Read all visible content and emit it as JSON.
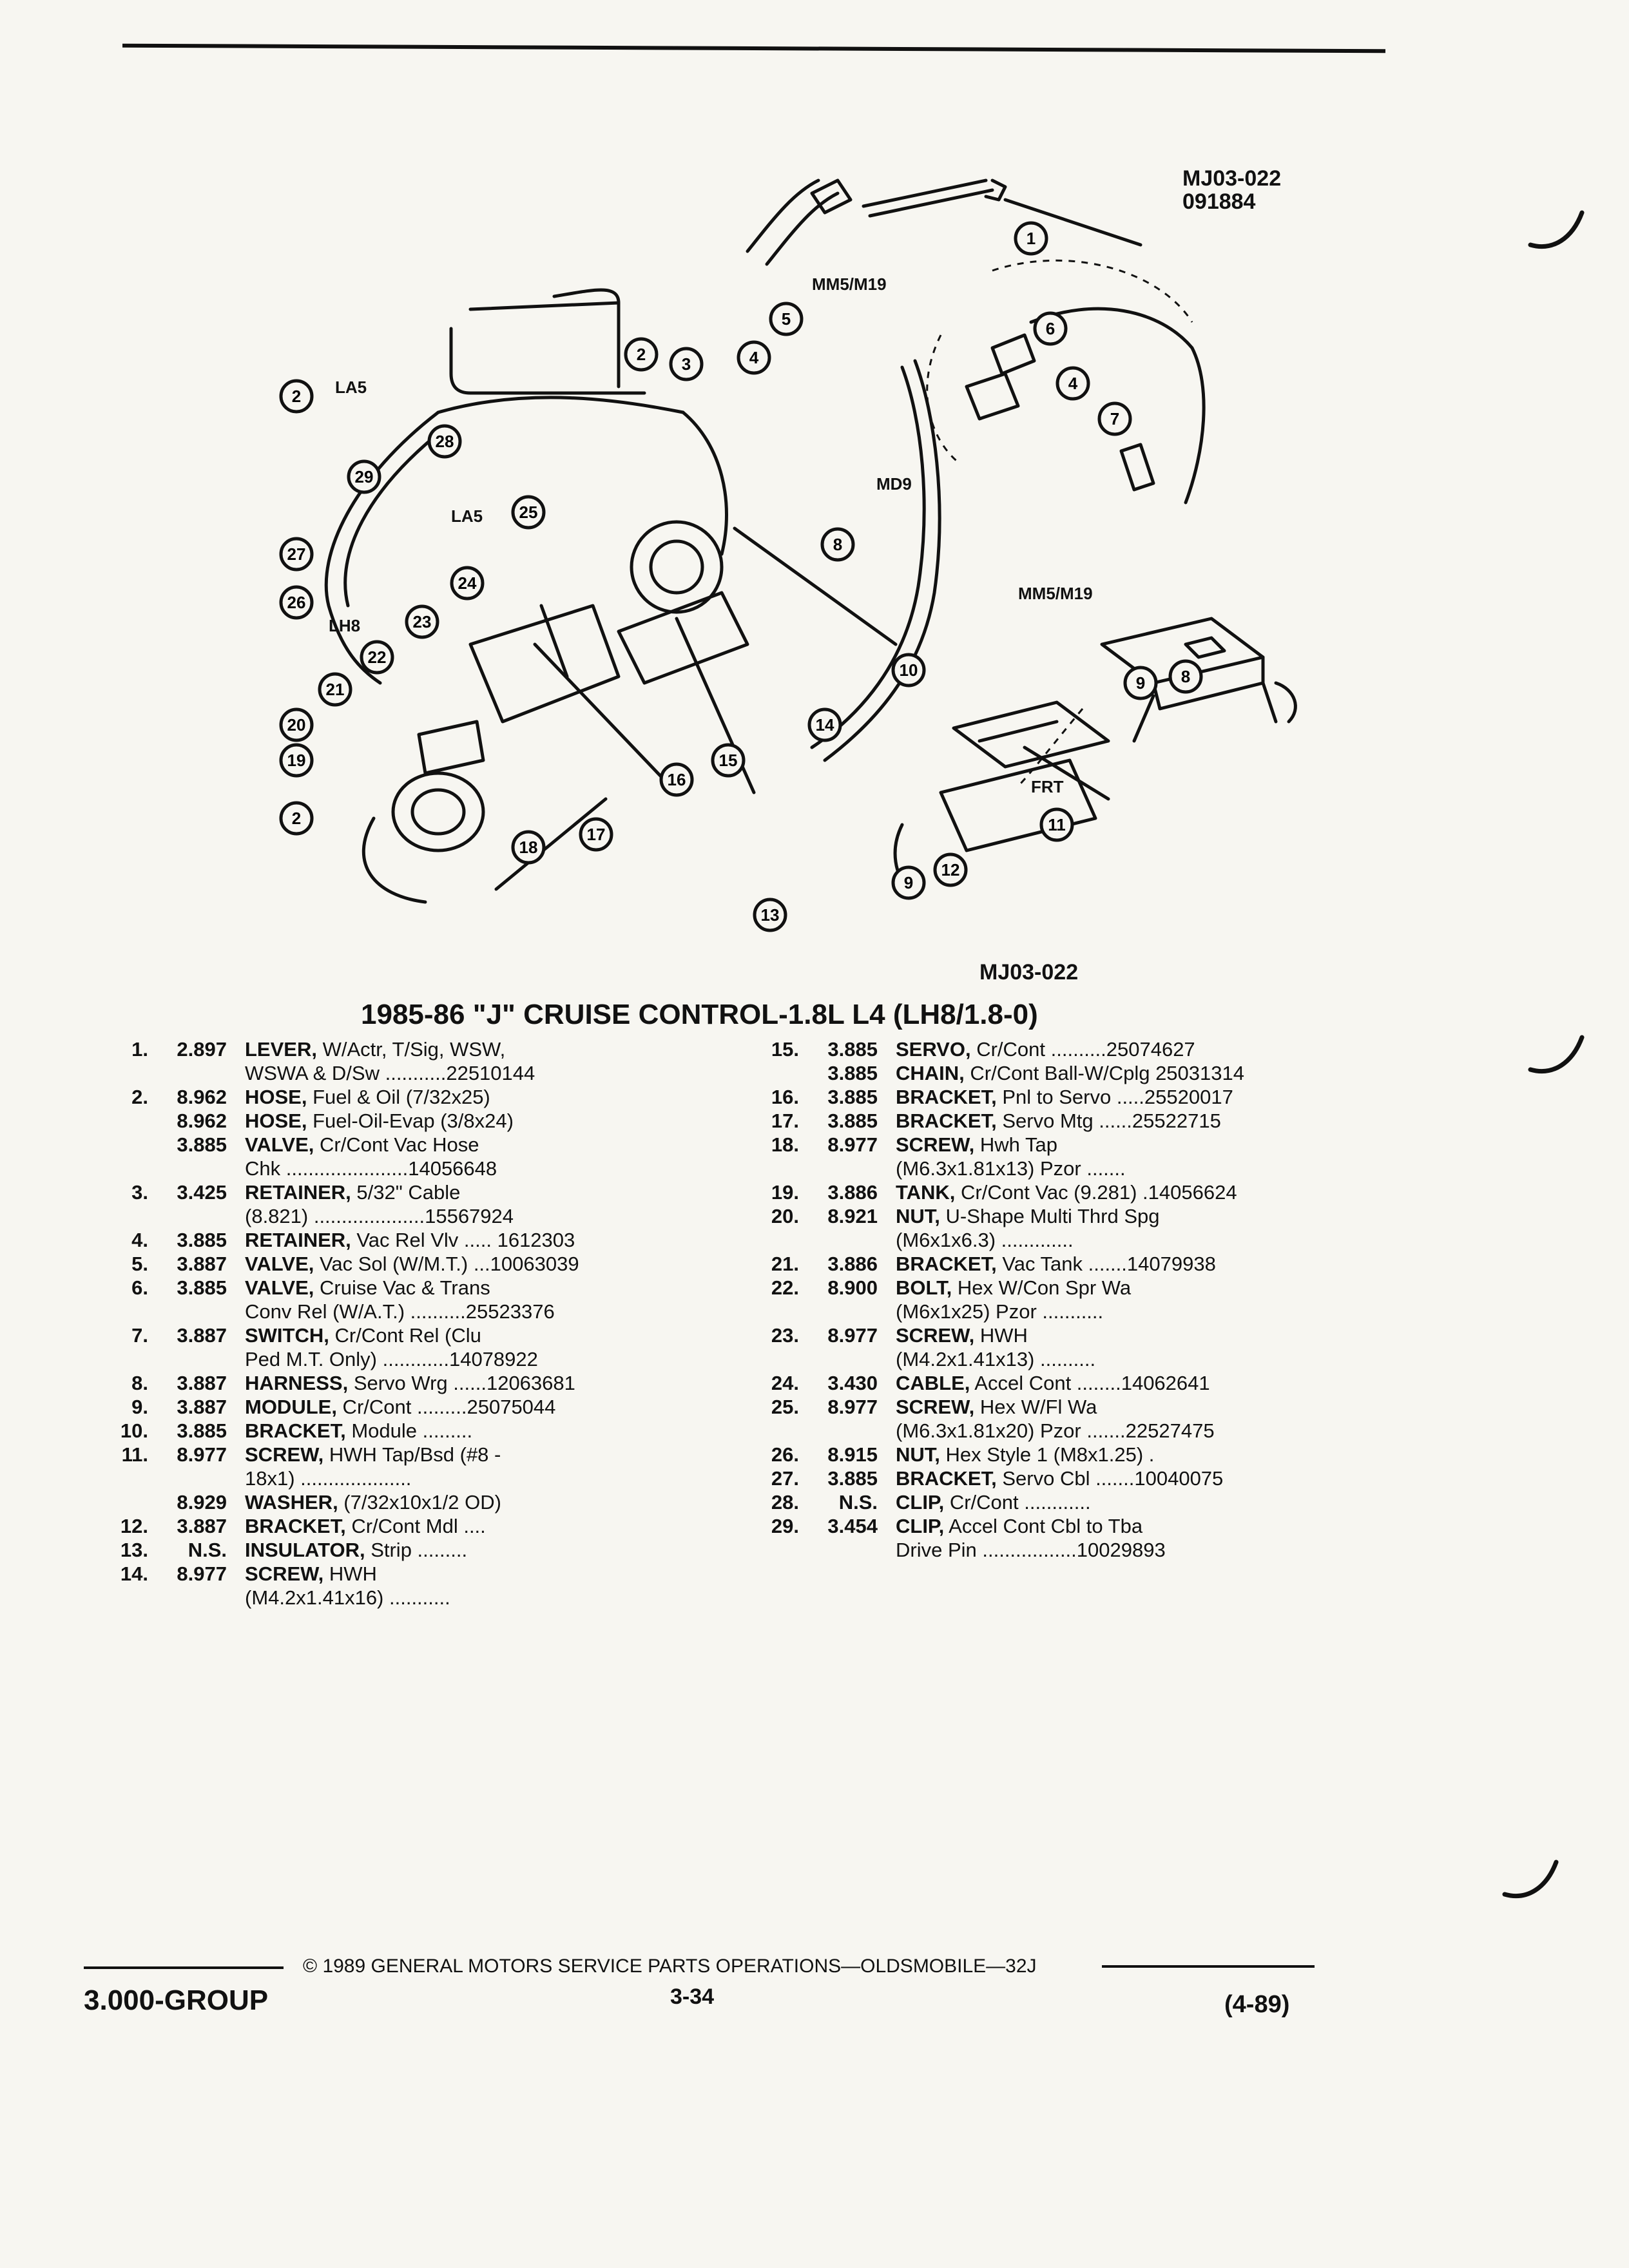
{
  "header": {
    "code_top": "MJ03-022",
    "code_date": "091884",
    "code_bottom": "MJ03-022"
  },
  "diagram": {
    "labels": {
      "mm5_top": "MM5/M19",
      "mm5_right": "MM5/M19",
      "md9": "MD9",
      "la5_a": "LA5",
      "la5_b": "LA5",
      "lh8": "LH8",
      "frt": "FRT"
    },
    "callouts": [
      "1",
      "2",
      "3",
      "4",
      "5",
      "6",
      "7",
      "8",
      "9",
      "10",
      "11",
      "12",
      "13",
      "14",
      "15",
      "16",
      "17",
      "18",
      "19",
      "20",
      "21",
      "22",
      "23",
      "24",
      "25",
      "26",
      "27",
      "28",
      "29"
    ]
  },
  "title": "1985-86 \"J\" CRUISE CONTROL-1.8L L4 (LH8/1.8-0)",
  "parts_left": [
    {
      "num": "1.",
      "grp": "2.897",
      "lines": [
        [
          "LEVER,",
          " W/Actr, T/Sig, WSW,"
        ],
        [
          "",
          "WSWA & D/Sw ...........22510144"
        ]
      ]
    },
    {
      "num": "2.",
      "grp": "8.962",
      "lines": [
        [
          "HOSE,",
          " Fuel & Oil (7/32x25)"
        ]
      ]
    },
    {
      "num": "",
      "grp": "8.962",
      "lines": [
        [
          "HOSE,",
          " Fuel-Oil-Evap (3/8x24)"
        ]
      ]
    },
    {
      "num": "",
      "grp": "3.885",
      "lines": [
        [
          "VALVE,",
          " Cr/Cont Vac Hose"
        ],
        [
          "",
          "Chk ......................14056648"
        ]
      ]
    },
    {
      "num": "3.",
      "grp": "3.425",
      "lines": [
        [
          "RETAINER,",
          " 5/32\" Cable"
        ],
        [
          "",
          "(8.821) ....................15567924"
        ]
      ]
    },
    {
      "num": "4.",
      "grp": "3.885",
      "lines": [
        [
          "RETAINER,",
          " Vac Rel Vlv ..... 1612303"
        ]
      ]
    },
    {
      "num": "5.",
      "grp": "3.887",
      "lines": [
        [
          "VALVE,",
          " Vac Sol (W/M.T.) ...10063039"
        ]
      ]
    },
    {
      "num": "6.",
      "grp": "3.885",
      "lines": [
        [
          "VALVE,",
          " Cruise Vac & Trans"
        ],
        [
          "",
          "Conv Rel (W/A.T.) ..........25523376"
        ]
      ]
    },
    {
      "num": "7.",
      "grp": "3.887",
      "lines": [
        [
          "SWITCH,",
          " Cr/Cont Rel (Clu"
        ],
        [
          "",
          "Ped M.T. Only) ............14078922"
        ]
      ]
    },
    {
      "num": "8.",
      "grp": "3.887",
      "lines": [
        [
          "HARNESS,",
          " Servo Wrg ......12063681"
        ]
      ]
    },
    {
      "num": "9.",
      "grp": "3.887",
      "lines": [
        [
          "MODULE,",
          " Cr/Cont .........25075044"
        ]
      ]
    },
    {
      "num": "10.",
      "grp": "3.885",
      "lines": [
        [
          "BRACKET,",
          " Module ........."
        ]
      ]
    },
    {
      "num": "11.",
      "grp": "8.977",
      "lines": [
        [
          "SCREW,",
          " HWH Tap/Bsd (#8 -"
        ],
        [
          "",
          "18x1) ...................."
        ]
      ]
    },
    {
      "num": "",
      "grp": "8.929",
      "lines": [
        [
          "WASHER,",
          " (7/32x10x1/2 OD)"
        ]
      ]
    },
    {
      "num": "12.",
      "grp": "3.887",
      "lines": [
        [
          "BRACKET,",
          " Cr/Cont Mdl ...."
        ]
      ]
    },
    {
      "num": "13.",
      "grp": "N.S.",
      "lines": [
        [
          "INSULATOR,",
          " Strip ........."
        ]
      ]
    },
    {
      "num": "14.",
      "grp": "8.977",
      "lines": [
        [
          "SCREW,",
          " HWH"
        ],
        [
          "",
          "(M4.2x1.41x16) ..........."
        ]
      ]
    }
  ],
  "parts_right": [
    {
      "num": "15.",
      "grp": "3.885",
      "lines": [
        [
          "SERVO,",
          " Cr/Cont ..........25074627"
        ]
      ]
    },
    {
      "num": "",
      "grp": "3.885",
      "lines": [
        [
          "CHAIN,",
          " Cr/Cont Ball-W/Cplg 25031314"
        ]
      ]
    },
    {
      "num": "16.",
      "grp": "3.885",
      "lines": [
        [
          "BRACKET,",
          " Pnl to Servo .....25520017"
        ]
      ]
    },
    {
      "num": "17.",
      "grp": "3.885",
      "lines": [
        [
          "BRACKET,",
          " Servo Mtg ......25522715"
        ]
      ]
    },
    {
      "num": "18.",
      "grp": "8.977",
      "lines": [
        [
          "SCREW,",
          " Hwh Tap"
        ],
        [
          "",
          "(M6.3x1.81x13) Pzor ......."
        ]
      ]
    },
    {
      "num": "19.",
      "grp": "3.886",
      "lines": [
        [
          "TANK,",
          " Cr/Cont Vac (9.281) .14056624"
        ]
      ]
    },
    {
      "num": "20.",
      "grp": "8.921",
      "lines": [
        [
          "NUT,",
          " U-Shape Multi Thrd Spg"
        ],
        [
          "",
          "(M6x1x6.3) ............."
        ]
      ]
    },
    {
      "num": "21.",
      "grp": "3.886",
      "lines": [
        [
          "BRACKET,",
          " Vac Tank .......14079938"
        ]
      ]
    },
    {
      "num": "22.",
      "grp": "8.900",
      "lines": [
        [
          "BOLT,",
          " Hex W/Con Spr Wa"
        ],
        [
          "",
          "(M6x1x25) Pzor ..........."
        ]
      ]
    },
    {
      "num": "23.",
      "grp": "8.977",
      "lines": [
        [
          "SCREW,",
          " HWH"
        ],
        [
          "",
          "(M4.2x1.41x13) .........."
        ]
      ]
    },
    {
      "num": "24.",
      "grp": "3.430",
      "lines": [
        [
          "CABLE,",
          " Accel Cont ........14062641"
        ]
      ]
    },
    {
      "num": "25.",
      "grp": "8.977",
      "lines": [
        [
          "SCREW,",
          " Hex W/Fl Wa"
        ],
        [
          "",
          "(M6.3x1.81x20) Pzor .......22527475"
        ]
      ]
    },
    {
      "num": "26.",
      "grp": "8.915",
      "lines": [
        [
          "NUT,",
          " Hex Style 1 (M8x1.25) ."
        ]
      ]
    },
    {
      "num": "27.",
      "grp": "3.885",
      "lines": [
        [
          "BRACKET,",
          " Servo Cbl .......10040075"
        ]
      ]
    },
    {
      "num": "28.",
      "grp": "N.S.",
      "lines": [
        [
          "CLIP,",
          " Cr/Cont ............"
        ]
      ]
    },
    {
      "num": "29.",
      "grp": "3.454",
      "lines": [
        [
          "CLIP,",
          " Accel Cont Cbl to Tba"
        ],
        [
          "",
          "Drive Pin .................10029893"
        ]
      ]
    }
  ],
  "footer": {
    "group": "3.000-GROUP",
    "copyright": "© 1989 GENERAL MOTORS SERVICE PARTS OPERATIONS—OLDSMOBILE—32J",
    "page": "3-34",
    "date": "(4-89)"
  }
}
